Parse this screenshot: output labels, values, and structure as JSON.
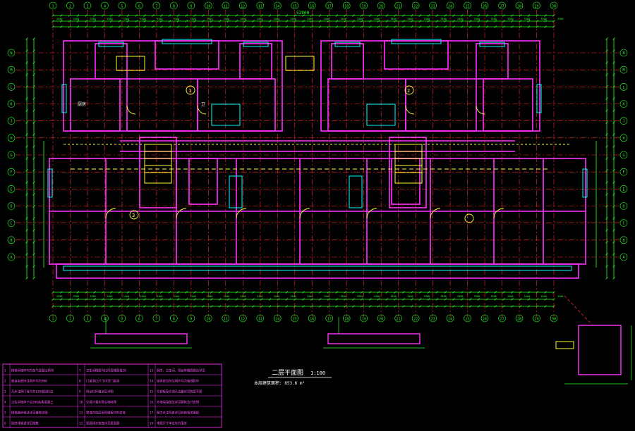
{
  "drawing": {
    "title_main": "二层平面图",
    "title_scale": "1:100",
    "title_sub": "本层建筑面积: 853.6 m²",
    "room_small_label": "厨房",
    "room_mid_label": "卫",
    "unit_mark_label": "1",
    "unit_mark_label_2": "2",
    "unit_mark_label_3": "3",
    "dim_label": "3300",
    "dim_total": "52800"
  },
  "axes": {
    "top_numbers": [
      "1",
      "2",
      "3",
      "4",
      "5",
      "6",
      "7",
      "8",
      "9",
      "10",
      "11",
      "12",
      "13",
      "14",
      "15",
      "16",
      "17",
      "18",
      "19",
      "20",
      "21",
      "22",
      "23",
      "24",
      "25",
      "26",
      "27",
      "28",
      "29",
      "30"
    ],
    "left_letters": [
      "N",
      "M",
      "L",
      "K",
      "J",
      "H",
      "G",
      "F",
      "E",
      "D",
      "C",
      "B",
      "A"
    ],
    "right_letters": [
      "N",
      "M",
      "L",
      "K",
      "J",
      "H",
      "G",
      "F",
      "E",
      "D",
      "C",
      "B",
      "A"
    ]
  },
  "notes": {
    "rows": [
      [
        "1",
        "楼梯间墙体均为加气混凝土砌块",
        "7",
        "卫生间楼面均比同层楼面低20",
        "13",
        "厨房、卫生间、阳台等楼面做法详见"
      ],
      [
        "2",
        "窗台高度除注明外均为900",
        "8",
        "门窗洞口尺寸详见门窗表",
        "14",
        "墙体定位除注明外均为轴线居中"
      ],
      [
        "3",
        "凡未注明门垛均为120或贴柱边",
        "9",
        "阳台栏杆做法见详图",
        "15",
        "空调板及空调孔位置详见各层平面"
      ],
      [
        "4",
        "卫生间墙体下设200高素混凝土",
        "10",
        "空调冷凝水管沿墙暗埋",
        "16",
        "外墙保温做法详见建筑设计说明"
      ],
      [
        "5",
        "楼梯踏步做法详见楼梯详图",
        "11",
        "管道井每层用同楼板材料封堵",
        "17",
        "图中未注明者详见其他相关图纸"
      ],
      [
        "6",
        "厨房排烟道详见图集",
        "12",
        "屋面排水坡度详见屋面图",
        "18",
        "本图尺寸单位均为毫米"
      ]
    ]
  },
  "colors": {
    "background": "#000000",
    "axis_line": "#ff2a2a",
    "dimension": "#2bff2b",
    "wall": "#ff33ff",
    "window": "#00ffff",
    "furniture": "#ffff33",
    "white_text": "#ffffff",
    "notes_text": "#ff55ff"
  }
}
